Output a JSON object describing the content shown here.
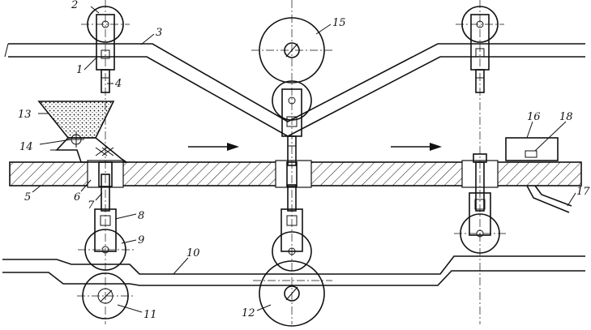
{
  "diagram": {
    "callouts": {
      "c1": "1",
      "c2": "2",
      "c3": "3",
      "c4": "4",
      "c5": "5",
      "c6": "6",
      "c7": "7",
      "c8": "8",
      "c9": "9",
      "c10": "10",
      "c11": "11",
      "c12": "12",
      "c13": "13",
      "c14": "14",
      "c15": "15",
      "c16": "16",
      "c17": "17",
      "c18": "18"
    },
    "flow_arrows": 2,
    "colors": {
      "ink": "#111111",
      "paper": "#ffffff"
    }
  }
}
